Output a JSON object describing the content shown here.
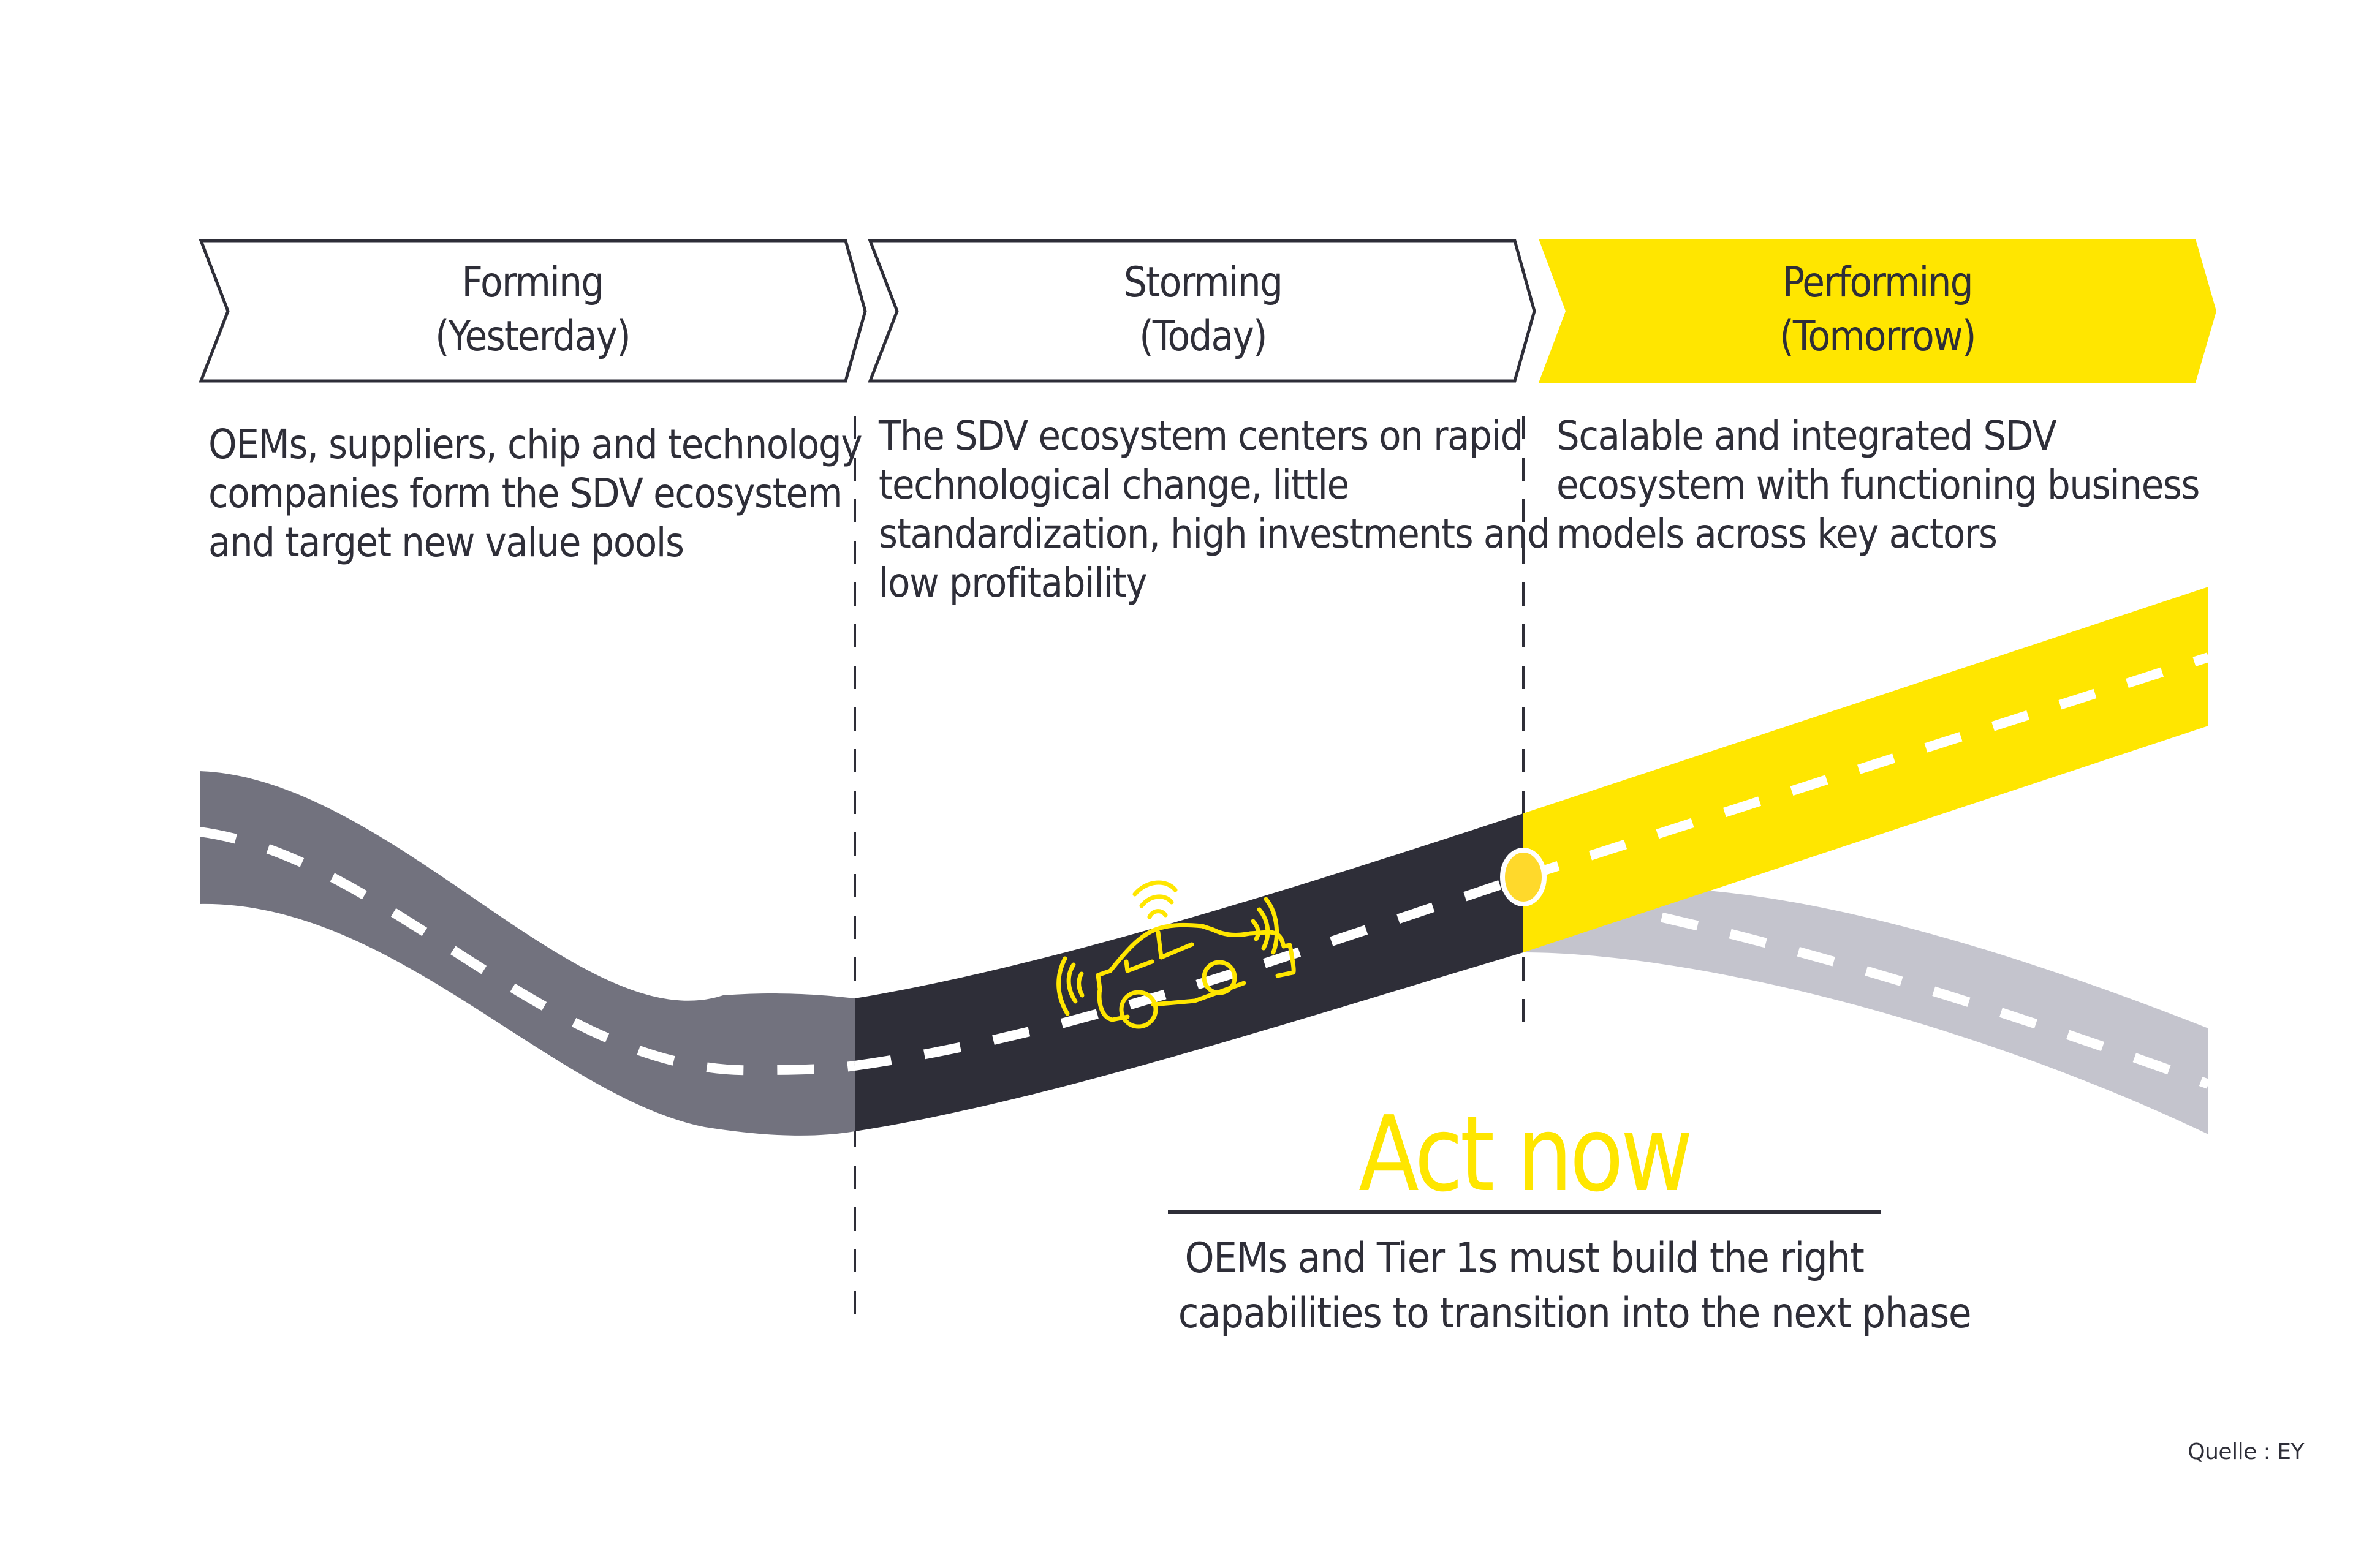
{
  "phases": [
    {
      "title": "Forming",
      "subtitle": "(Yesterday)",
      "description": [
        "OEMs, suppliers, chip and technology",
        "companies form the SDV ecosystem",
        "and target new value pools"
      ],
      "style": "outline"
    },
    {
      "title": "Storming",
      "subtitle": "(Today)",
      "description": [
        "The SDV ecosystem centers on rapid",
        "technological change, little",
        "standardization, high investments and",
        "low profitability"
      ],
      "style": "outline"
    },
    {
      "title": "Performing",
      "subtitle": "(Tomorrow)",
      "description": [
        "Scalable and  integrated SDV",
        "ecosystem with functioning business",
        "models across key actors"
      ],
      "style": "filled"
    }
  ],
  "road": {
    "segments": [
      {
        "name": "yesterday-road",
        "color": "#72727e"
      },
      {
        "name": "today-road",
        "color": "#2e2e38"
      },
      {
        "name": "tomorrow-road-success",
        "color": "#ffe600"
      },
      {
        "name": "tomorrow-road-decline",
        "color": "#c4c4cd"
      }
    ],
    "lane_marking_color": "#ffffff",
    "junction_color": "#ffd92b",
    "vehicle_icon": "connected-car-icon",
    "vehicle_color": "#ffe600"
  },
  "callout": {
    "headline": "Act now",
    "text": [
      "OEMs and Tier 1s must build the right",
      "capabilities to transition into the next phase"
    ]
  },
  "source": "Quelle : EY",
  "colors": {
    "accent": "#ffe600",
    "text": "#2e2e38",
    "outline": "#2e2e38"
  }
}
